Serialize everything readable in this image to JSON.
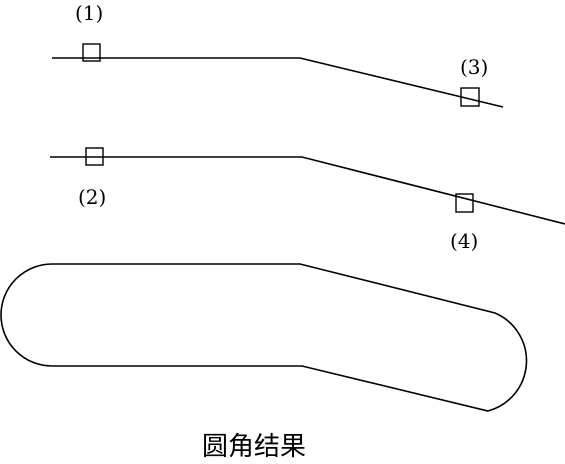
{
  "diagram": {
    "labels": {
      "l1": "(1)",
      "l2": "(2)",
      "l3": "(3)",
      "l4": "(4)"
    },
    "caption": "圆角结果",
    "stroke_color": "#000000",
    "background": "#ffffff"
  }
}
